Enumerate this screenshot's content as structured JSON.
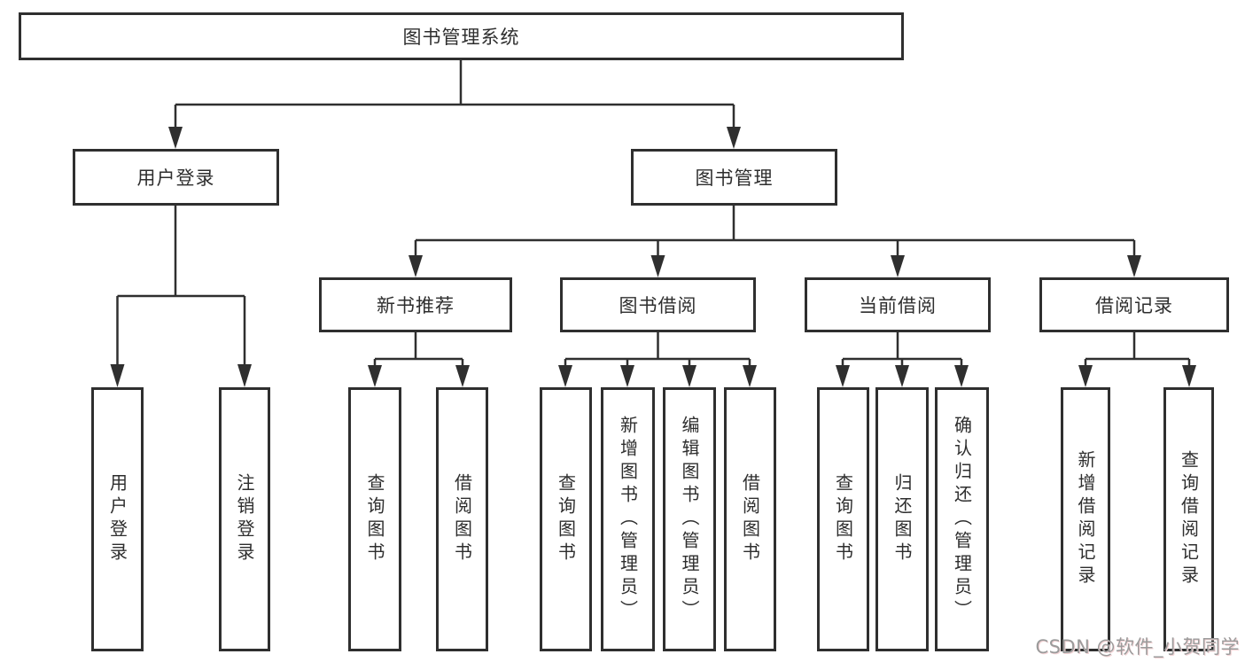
{
  "tree": {
    "label": "图书管理系统",
    "children": [
      {
        "label": "用户登录",
        "children": [
          {
            "label": "用户登录"
          },
          {
            "label": "注销登录"
          }
        ]
      },
      {
        "label": "图书管理",
        "children": [
          {
            "label": "新书推荐",
            "children": [
              {
                "label": "查询图书"
              },
              {
                "label": "借阅图书"
              }
            ]
          },
          {
            "label": "图书借阅",
            "children": [
              {
                "label": "查询图书"
              },
              {
                "label": "新增图书（管理员）"
              },
              {
                "label": "编辑图书（管理员）"
              },
              {
                "label": "借阅图书"
              }
            ]
          },
          {
            "label": "当前借阅",
            "children": [
              {
                "label": "查询图书"
              },
              {
                "label": "归还图书"
              },
              {
                "label": "确认归还（管理员）"
              }
            ]
          },
          {
            "label": "借阅记录",
            "children": [
              {
                "label": "新增借阅记录"
              },
              {
                "label": "查询借阅记录"
              }
            ]
          }
        ]
      }
    ]
  },
  "watermark": {
    "text": "CSDN @软件_小贺同学"
  },
  "colors": {
    "line": "#2f2f2f",
    "box_border": "#2f2f2f",
    "box_fill": "#ffffff",
    "text": "#2e2e2e",
    "watermark": "#9b9b9b"
  }
}
